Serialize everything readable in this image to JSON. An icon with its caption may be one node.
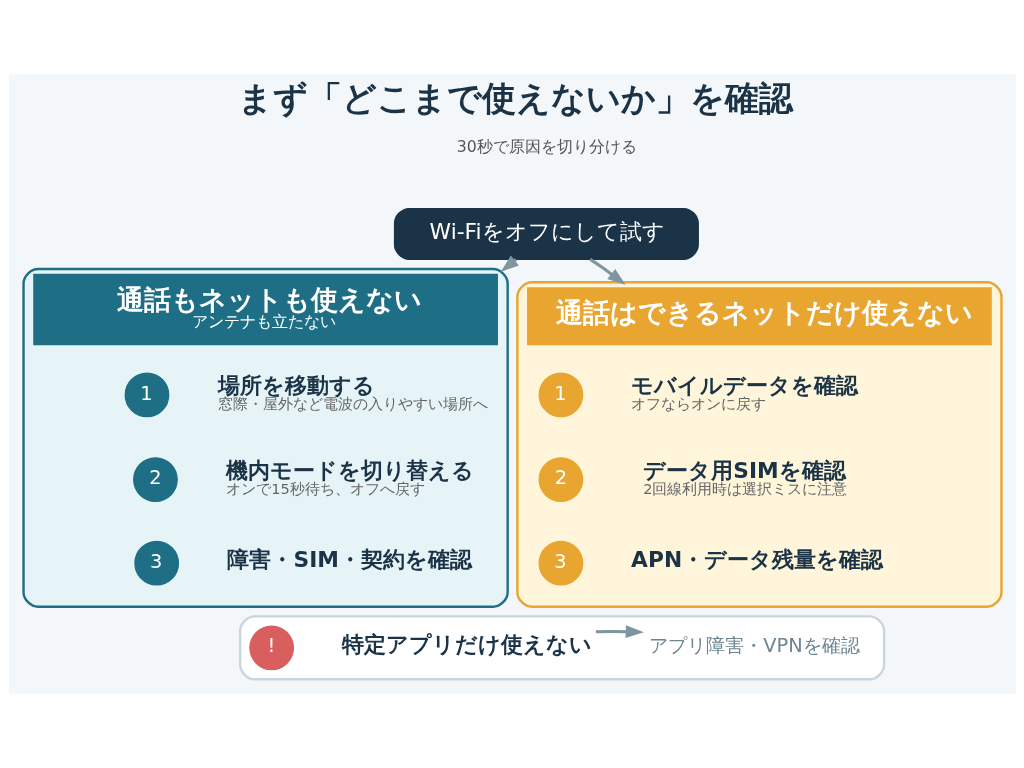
{
  "diagram": {
    "title": "まず「どこまで使えないか」を確認",
    "nodes": [
      {
        "text": [
          "Wi-Fiをオフにして試す"
        ]
      },
      {
        "text": [
          "通話もネットも使えない",
          "アンテナも立たない"
        ]
      },
      {
        "text": [
          "1"
        ],
        "in": 1
      },
      {
        "text": [
          "場所を移動する",
          "窓際・屋外など電波の入りやすい場所へ"
        ],
        "in": 1
      },
      {
        "text": [
          "2"
        ],
        "in": 1
      },
      {
        "text": [
          "機内モードを切り替える",
          "オンで15秒待ち、オフへ戻す"
        ],
        "in": 1
      },
      {
        "text": [
          "3"
        ],
        "in": 1
      },
      {
        "text": [
          "障害・SIM・契約を確認"
        ],
        "in": 1
      },
      {
        "text": [
          "通話はできるネットだけ使えない"
        ]
      },
      {
        "text": [
          "1"
        ],
        "in": 8
      },
      {
        "text": [
          "モバイルデータを確認",
          "オフならオンに戻す"
        ],
        "in": 8
      },
      {
        "text": [
          "2"
        ],
        "in": 8
      },
      {
        "text": [
          "データ用SIMを確認",
          "2回線利用時は選択ミスに注意"
        ],
        "in": 8
      },
      {
        "text": [
          "3"
        ],
        "in": 8
      },
      {
        "text": [
          "APN・データ残量を確認"
        ],
        "in": 8
      },
      {
        "text": [],
        "shape": "box"
      },
      {
        "text": [
          "!"
        ],
        "in": 15
      },
      {
        "text": [
          "特定アプリだけ使えない"
        ],
        "in": 15
      },
      {
        "text": [
          "アプリ障害・VPNを確認"
        ],
        "in": 15
      }
    ],
    "edges": [
      {
        "from": 0,
        "to": 1,
        "arrow": "to"
      },
      {
        "from": 0,
        "to": 8,
        "arrow": "to"
      },
      {
        "from": 17,
        "to": 18,
        "arrow": "to"
      }
    ],
    "labels": [
      "30秒で原因を切り分ける"
    ]
  }
}
